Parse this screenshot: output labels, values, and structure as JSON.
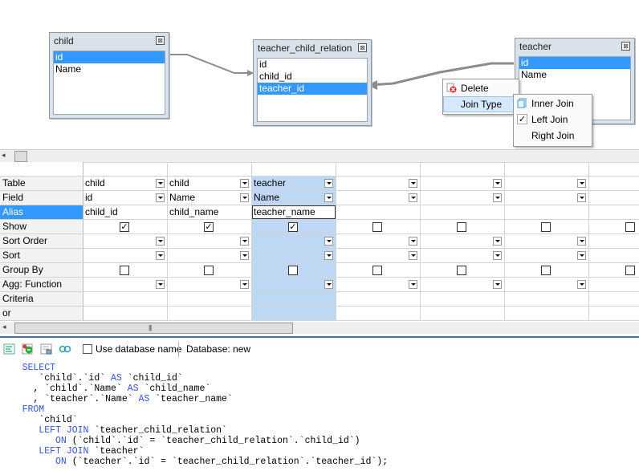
{
  "diagram": {
    "tables": [
      {
        "name": "child",
        "fields": [
          "id",
          "Name"
        ],
        "selected_field": "id"
      },
      {
        "name": "teacher_child_relation",
        "fields": [
          "id",
          "child_id",
          "teacher_id"
        ],
        "selected_field": "teacher_id"
      },
      {
        "name": "teacher",
        "fields": [
          "id",
          "Name"
        ],
        "selected_field": "id"
      }
    ],
    "close_glyph": "⊠",
    "context_menu": {
      "items": [
        {
          "label": "Delete",
          "icon": "delete-icon"
        },
        {
          "label": "Join Type",
          "icon": "submenu",
          "highlighted": true
        }
      ]
    },
    "join_submenu": {
      "items": [
        {
          "label": "Inner Join",
          "icon": "inner-join-icon",
          "checked": false
        },
        {
          "label": "Left Join",
          "icon": "check-icon",
          "checked": true
        },
        {
          "label": "Right Join",
          "icon": "",
          "checked": false
        }
      ]
    }
  },
  "grid": {
    "row_headers": [
      "Table",
      "Field",
      "Alias",
      "Show",
      "Sort Order",
      "Sort",
      "Group By",
      "Agg: Function",
      "Criteria",
      "or"
    ],
    "selected_row": "Alias",
    "columns": [
      {
        "table": "child",
        "field": "id",
        "alias": "child_id",
        "show": true,
        "group_by": false
      },
      {
        "table": "child",
        "field": "Name",
        "alias": "child_name",
        "show": true,
        "group_by": false
      },
      {
        "table": "teacher",
        "field": "Name",
        "alias": "teacher_name",
        "show": true,
        "group_by": false,
        "highlighted": true
      },
      {
        "table": "",
        "field": "",
        "alias": "",
        "show": false,
        "group_by": false
      },
      {
        "table": "",
        "field": "",
        "alias": "",
        "show": false,
        "group_by": false
      },
      {
        "table": "",
        "field": "",
        "alias": "",
        "show": false,
        "group_by": false
      },
      {
        "table": "",
        "field": "",
        "alias": "",
        "show": false,
        "group_by": false
      }
    ],
    "check_glyph": "✓"
  },
  "scroll": {
    "left_arrow": "◂",
    "grip": "|||"
  },
  "toolbar": {
    "use_database_name_label": "Use database name",
    "database_label": "Database: new"
  },
  "sql": {
    "lines": [
      [
        {
          "t": "    SELECT",
          "k": true
        }
      ],
      [
        {
          "t": "       `child`.`id` ",
          "k": false
        },
        {
          "t": "AS",
          "k": true
        },
        {
          "t": " `child_id`",
          "k": false
        }
      ],
      [
        {
          "t": "      , `child`.`Name` ",
          "k": false
        },
        {
          "t": "AS",
          "k": true
        },
        {
          "t": " `child_name`",
          "k": false
        }
      ],
      [
        {
          "t": "      , `teacher`.`Name` ",
          "k": false
        },
        {
          "t": "AS",
          "k": true
        },
        {
          "t": " `teacher_name`",
          "k": false
        }
      ],
      [
        {
          "t": "    FROM",
          "k": true
        }
      ],
      [
        {
          "t": "       `child`",
          "k": false
        }
      ],
      [
        {
          "t": "       LEFT JOIN",
          "k": true
        },
        {
          "t": " `teacher_child_relation`",
          "k": false
        }
      ],
      [
        {
          "t": "          ON",
          "k": true
        },
        {
          "t": " (`child`.`id` = `teacher_child_relation`.`child_id`)",
          "k": false
        }
      ],
      [
        {
          "t": "       LEFT JOIN",
          "k": true
        },
        {
          "t": " `teacher`",
          "k": false
        }
      ],
      [
        {
          "t": "          ON",
          "k": true
        },
        {
          "t": " (`teacher`.`id` = `teacher_child_relation`.`teacher_id`);",
          "k": false
        }
      ]
    ]
  },
  "colors": {
    "selection": "#3399ff",
    "column_highlight": "#bdd7f5",
    "sql_keyword": "#3355dd",
    "toolbar_rule": "#3d6fb4"
  }
}
